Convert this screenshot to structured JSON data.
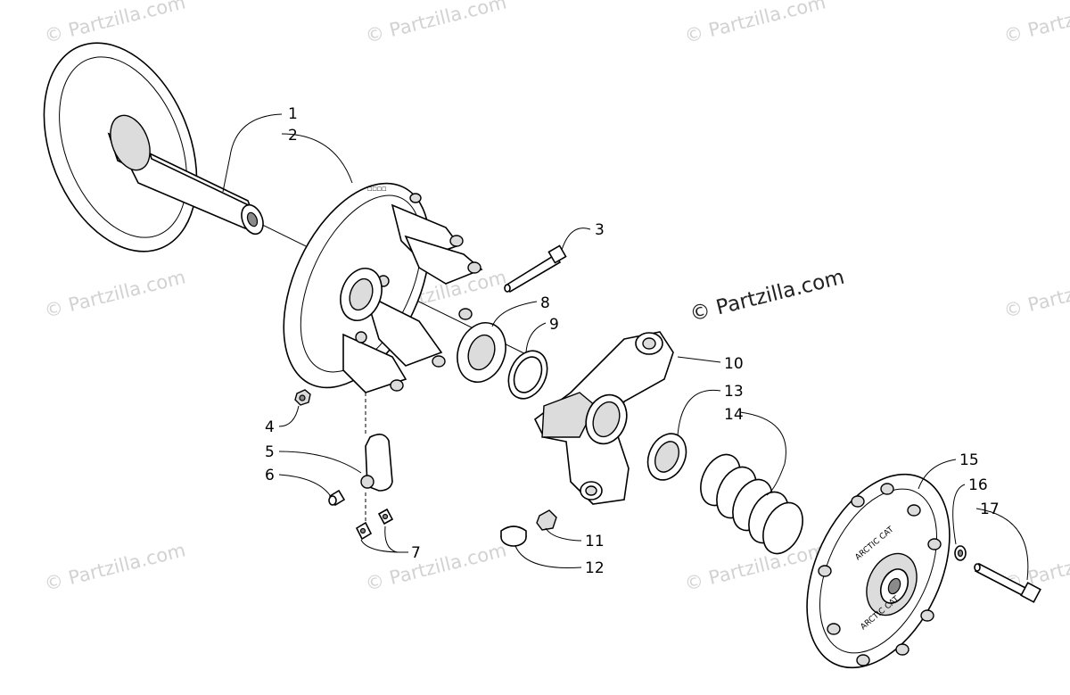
{
  "watermark": "© Partzilla.com",
  "watermark_main": "© Partzilla.com",
  "callouts": [
    "1",
    "2",
    "3",
    "4",
    "5",
    "6",
    "7",
    "8",
    "9",
    "10",
    "11",
    "12",
    "13",
    "14",
    "15",
    "16",
    "17"
  ],
  "engravings": {
    "sheave_top": "ARCTIC CAT",
    "sheave_bottom": "ARCTIC CAT"
  }
}
